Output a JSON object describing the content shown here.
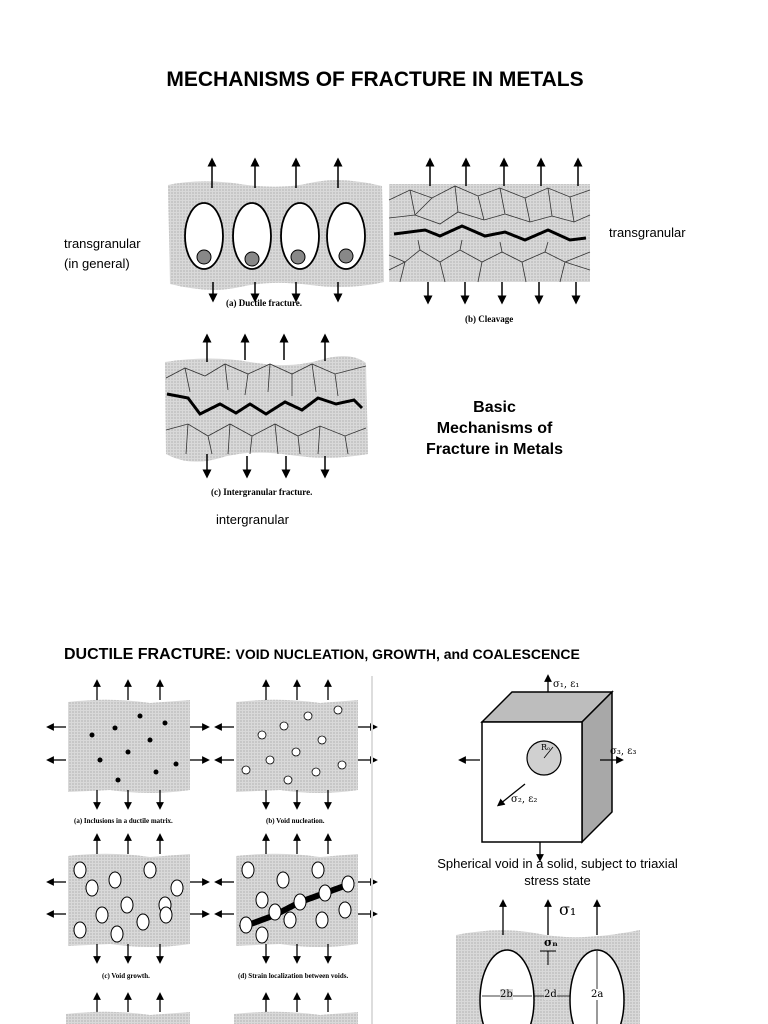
{
  "page_title": "MECHANISMS OF FRACTURE IN METALS",
  "figure1": {
    "label_left_1": "transgranular",
    "label_left_2": "(in general)",
    "label_right": "transgranular",
    "label_bottom": "intergranular",
    "caption_a": "(a)  Ductile fracture.",
    "caption_b": "(b)  Cleavage",
    "caption_c": "(c)  Intergranular fracture.",
    "heading_line1": "Basic",
    "heading_line2": "Mechanisms of",
    "heading_line3": "Fracture in Metals"
  },
  "section2": {
    "heading_main": "DUCTILE FRACTURE:",
    "heading_sub": "VOID NUCLEATION, GROWTH, and COALESCENCE",
    "caption_a": "(a)  Inclusions in a ductile matrix.",
    "caption_b": "(b)  Void nucleation.",
    "caption_c": "(c)  Void growth.",
    "caption_d": "(d)  Strain localization between voids.",
    "cube_sigma1": "σ₁, ε₁",
    "cube_sigma3": "σ₃, ε₃",
    "cube_sigma2": "σ₂, ε₂",
    "cube_radius": "Rₒ",
    "cube_caption_line1": "Spherical void in a solid, subject to triaxial",
    "cube_caption_line2": "stress state",
    "voids_sigma1": "σ₁",
    "voids_sigman": "σₙ",
    "voids_2b": "2b",
    "voids_2d": "2d",
    "voids_2a": "2a"
  }
}
